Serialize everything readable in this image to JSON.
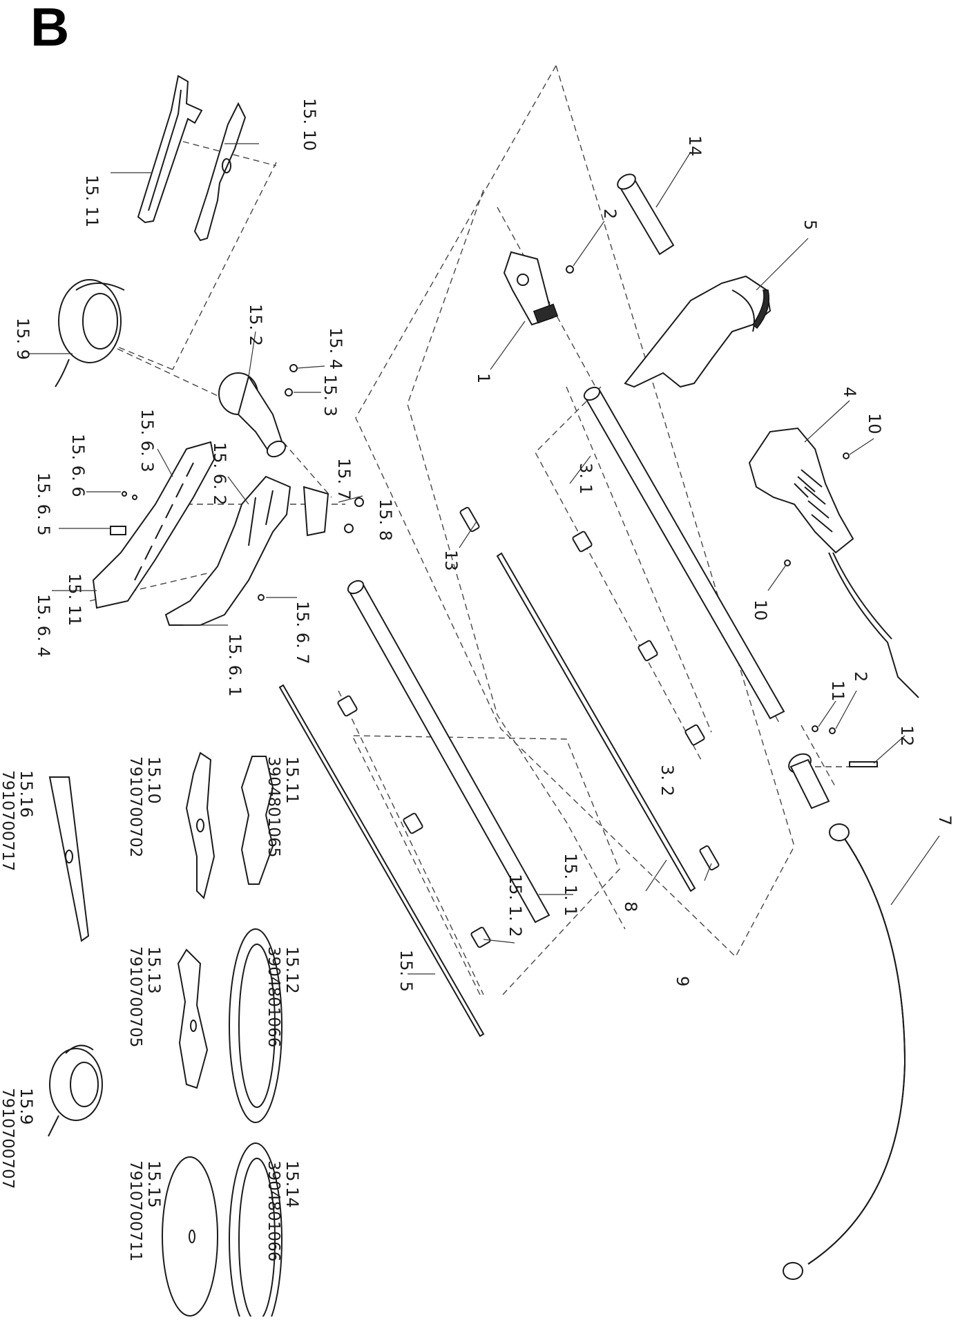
{
  "panel_letter": "B",
  "callouts": [
    {
      "id": "c-15-10",
      "text": "15. 10"
    },
    {
      "id": "c-15-11a",
      "text": "15. 11"
    },
    {
      "id": "c-14",
      "text": "14"
    },
    {
      "id": "c-2a",
      "text": "2"
    },
    {
      "id": "c-5",
      "text": "5"
    },
    {
      "id": "c-15-9",
      "text": "15. 9"
    },
    {
      "id": "c-15-2",
      "text": "15. 2"
    },
    {
      "id": "c-15-4",
      "text": "15. 4"
    },
    {
      "id": "c-15-3",
      "text": "15. 3"
    },
    {
      "id": "c-1",
      "text": "1"
    },
    {
      "id": "c-4",
      "text": "4"
    },
    {
      "id": "c-10a",
      "text": "10"
    },
    {
      "id": "c-15-6-3",
      "text": "15. 6. 3"
    },
    {
      "id": "c-15-6-2",
      "text": "15. 6. 2"
    },
    {
      "id": "c-15-6-6",
      "text": "15. 6. 6"
    },
    {
      "id": "c-15-7",
      "text": "15. 7"
    },
    {
      "id": "c-15-8",
      "text": "15. 8"
    },
    {
      "id": "c-3-1",
      "text": "3. 1"
    },
    {
      "id": "c-15-6-5",
      "text": "15. 6. 5"
    },
    {
      "id": "c-13",
      "text": "13"
    },
    {
      "id": "c-15-11b",
      "text": "15. 11"
    },
    {
      "id": "c-15-6-4",
      "text": "15. 6. 4"
    },
    {
      "id": "c-15-6-7",
      "text": "15. 6. 7"
    },
    {
      "id": "c-10b",
      "text": "10"
    },
    {
      "id": "c-15-6-1",
      "text": "15. 6. 1"
    },
    {
      "id": "c-11",
      "text": "11"
    },
    {
      "id": "c-2b",
      "text": "2"
    },
    {
      "id": "c-12",
      "text": "12"
    },
    {
      "id": "c-3-2",
      "text": "3. 2"
    },
    {
      "id": "c-7",
      "text": "7"
    },
    {
      "id": "c-15-1-1",
      "text": "15. 1. 1"
    },
    {
      "id": "c-8",
      "text": "8"
    },
    {
      "id": "c-15-1-2",
      "text": "15. 1. 2"
    },
    {
      "id": "c-9",
      "text": "9"
    },
    {
      "id": "c-15-5",
      "text": "15. 5"
    }
  ],
  "accessories": [
    {
      "id": "acc-15-11",
      "label": "15.11",
      "code": "3904801065"
    },
    {
      "id": "acc-15-10",
      "label": "15.10",
      "code": "7910700702"
    },
    {
      "id": "acc-15-16",
      "label": "15.16",
      "code": "7910700717"
    },
    {
      "id": "acc-15-12",
      "label": "15.12",
      "code": "3904801066"
    },
    {
      "id": "acc-15-13",
      "label": "15.13",
      "code": "7910700705"
    },
    {
      "id": "acc-15-9",
      "label": "15.9",
      "code": "7910700707"
    },
    {
      "id": "acc-15-14",
      "label": "15.14",
      "code": "3904801066"
    },
    {
      "id": "acc-15-15",
      "label": "15.15",
      "code": "7910700711"
    }
  ]
}
